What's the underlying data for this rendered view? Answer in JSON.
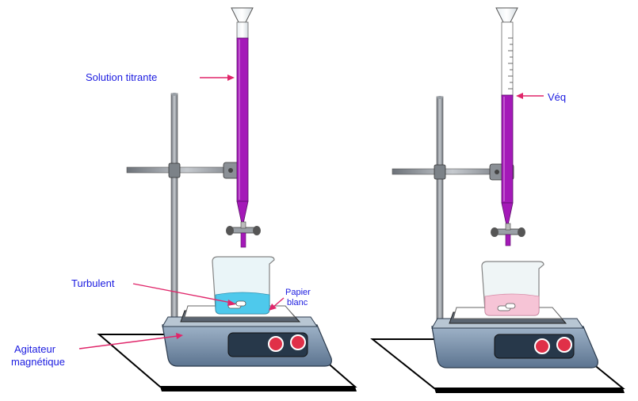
{
  "labels": {
    "titrant": "Solution titrante",
    "veq": "Véq",
    "turbulent": "Turbulent",
    "papier_1": "Papier",
    "papier_2": "blanc",
    "agitateur_1": "Agitateur",
    "agitateur_2": "magnétique"
  },
  "colors": {
    "titrant_magenta": "#a419b8",
    "label_blue": "#1b1be0",
    "arrow_pink": "#e0266a",
    "beaker_blue": "#4ec9ec",
    "beaker_pink": "#f6c4d6",
    "stirrer_body": "#7e97b2",
    "knob_red": "#e03048",
    "rod_gray": "#8a8f96"
  },
  "icons": [
    "burette-icon",
    "stand-icon",
    "beaker-icon",
    "magnetic-stirrer-icon",
    "stir-bar-icon",
    "stopcock-icon"
  ]
}
